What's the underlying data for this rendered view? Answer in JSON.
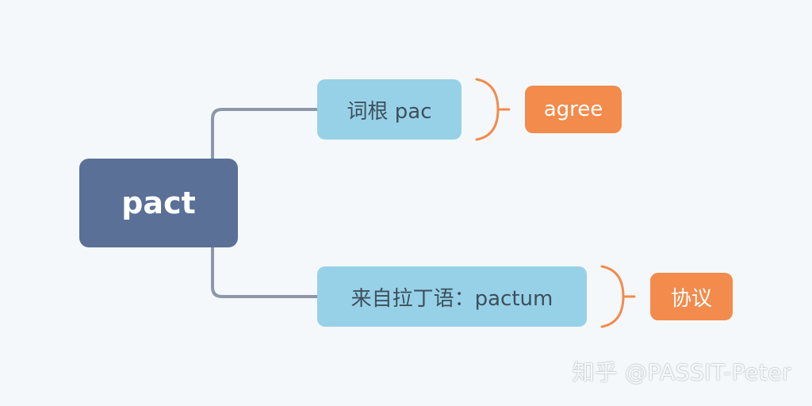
{
  "mindmap": {
    "root": {
      "label": "pact"
    },
    "branches": [
      {
        "label": "词根 pac",
        "note": "agree"
      },
      {
        "label": "来自拉丁语：pactum",
        "note": "协议"
      }
    ]
  },
  "watermark": "知乎 @PASSIT-Peter",
  "colors": {
    "background": "#f4f8fb",
    "root_fill": "#5a7097",
    "branch_fill": "#97d1e7",
    "note_fill": "#f28b4b",
    "connector": "#8e97a5",
    "bracket": "#f28b4b"
  }
}
